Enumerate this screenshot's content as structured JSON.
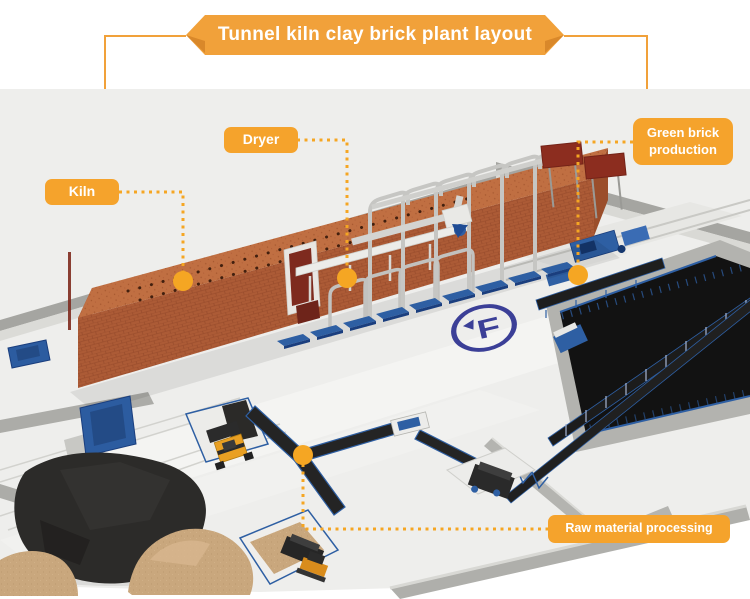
{
  "title": {
    "text": "Tunnel kiln clay brick plant layout"
  },
  "callouts": {
    "kiln": {
      "label": "Kiln"
    },
    "dryer": {
      "label": "Dryer"
    },
    "green_brick": {
      "label": "Green brick production",
      "lines": [
        "Green brick",
        "production"
      ]
    },
    "raw_material": {
      "label": "Raw material processing"
    }
  },
  "floor_logo": {
    "letter": "F"
  },
  "colors": {
    "accent_orange": "#F5A32C",
    "banner_orange": "#F1A13A",
    "brick_front": "#AC5B36",
    "brick_top": "#C06F42",
    "dark_red": "#7E2A1E",
    "machinery_blue": "#2E5FA3",
    "logo_blue": "#3B3F97",
    "scene_background": "#EEEEEC",
    "coal_black": "#2C2B29",
    "sand_tan": "#C9A77D"
  }
}
